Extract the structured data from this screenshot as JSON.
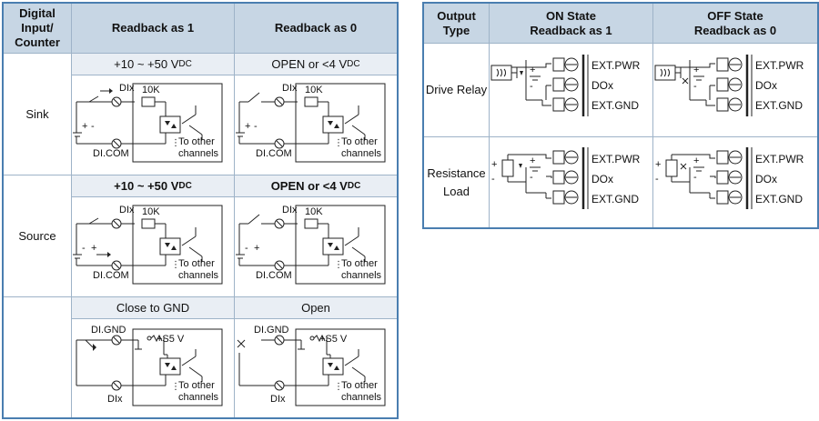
{
  "left_table": {
    "headers": {
      "col1": "Digital\nInput/\nCounter",
      "col2": "Readback as 1",
      "col3": "Readback as 0"
    },
    "rows": [
      {
        "label": "Sink",
        "cond1": "+10 ~ +50 V",
        "cond1_sub": "DC",
        "cond2": "OPEN or <4 V",
        "cond2_sub": "DC"
      },
      {
        "label": "Source",
        "cond1": "+10 ~ +50 V",
        "cond1_sub": "DC",
        "cond2": "OPEN or <4 V",
        "cond2_sub": "DC"
      },
      {
        "label": "",
        "cond1": "Close to GND",
        "cond2": "Open"
      }
    ],
    "diagram_labels": {
      "dix": "DIx",
      "res": "10K",
      "dicom": "DI.COM",
      "other1": "To other",
      "other2": "channels",
      "digd": "DI.GND",
      "s5v": "+S5 V",
      "plus": "+",
      "minus": "-"
    }
  },
  "right_table": {
    "headers": {
      "col1": "Output\nType",
      "col2": "ON State\nReadback as 1",
      "col3": "OFF State\nReadback as 0"
    },
    "rows": [
      {
        "label": "Drive Relay"
      },
      {
        "label": "Resistance\nLoad"
      }
    ],
    "terminals": [
      "EXT.PWR",
      "DOx",
      "EXT.GND"
    ]
  }
}
